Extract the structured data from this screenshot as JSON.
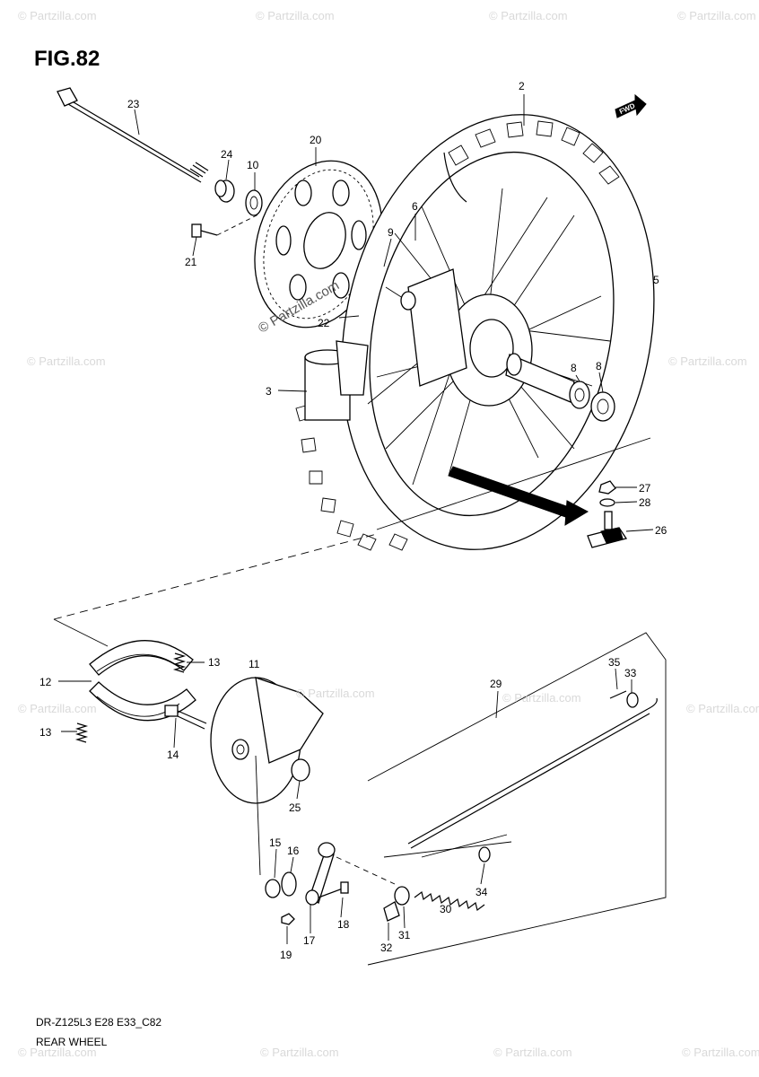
{
  "figure": {
    "title": "FIG.82",
    "code": "DR-Z125L3 E28 E33_C82",
    "name": "REAR WHEEL",
    "direction_badge": "FWD"
  },
  "watermark": {
    "text": "© Partzilla.com"
  },
  "callouts": [
    "2",
    "23",
    "24",
    "10",
    "20",
    "6",
    "9",
    "5",
    "21",
    "22",
    "3",
    "8",
    "8",
    "27",
    "28",
    "26",
    "12",
    "13",
    "11",
    "13",
    "14",
    "25",
    "29",
    "35",
    "33",
    "15",
    "16",
    "18",
    "17",
    "19",
    "32",
    "31",
    "30",
    "34"
  ]
}
